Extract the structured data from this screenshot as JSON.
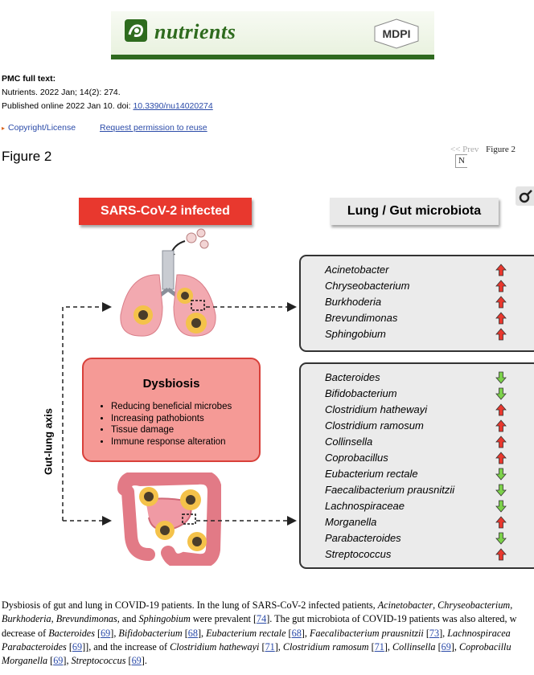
{
  "banner": {
    "journal_name": "nutrients",
    "publisher": "MDPI",
    "colors": {
      "journal": "#2e6b1e",
      "bar": "#2f6a1f"
    }
  },
  "meta": {
    "pmc_label": "PMC full text:",
    "citation": "Nutrients. 2022 Jan; 14(2): 274.",
    "published_prefix": "Published online 2022 Jan 10. doi: ",
    "doi": "10.3390/nu14020274",
    "copyright": "Copyright/License",
    "permission": "Request permission to reuse"
  },
  "figure_title": "Figure 2",
  "pager": {
    "prev": "<< Prev",
    "current": "Figure 2",
    "next": "N"
  },
  "diagram": {
    "left_header": "SARS-CoV-2 infected",
    "right_header": "Lung / Gut microbiota",
    "axis_label": "Gut-lung axis",
    "dysbiosis_title": "Dysbiosis",
    "dysbiosis_items": [
      "Reducing beneficial microbes",
      "Increasing pathobionts",
      "Tissue damage",
      "Immune response alteration"
    ],
    "lung_microbiota": [
      {
        "name": "Acinetobacter",
        "trend": "up"
      },
      {
        "name": "Chryseobacterium",
        "trend": "up"
      },
      {
        "name": "Burkhoderia",
        "trend": "up"
      },
      {
        "name": "Brevundimonas",
        "trend": "up"
      },
      {
        "name": "Sphingobium",
        "trend": "up"
      }
    ],
    "gut_microbiota": [
      {
        "name": "Bacteroides",
        "trend": "down"
      },
      {
        "name": "Bifidobacterium",
        "trend": "down"
      },
      {
        "name": "Clostridium hathewayi",
        "trend": "up"
      },
      {
        "name": "Clostridium ramosum",
        "trend": "up"
      },
      {
        "name": "Collinsella",
        "trend": "up"
      },
      {
        "name": "Coprobacillus",
        "trend": "up"
      },
      {
        "name": "Eubacterium rectale",
        "trend": "down"
      },
      {
        "name": "Faecalibacterium prausnitzii",
        "trend": "down"
      },
      {
        "name": "Lachnospiraceae",
        "trend": "down"
      },
      {
        "name": "Morganella",
        "trend": "up"
      },
      {
        "name": "Parabacteroides",
        "trend": "down"
      },
      {
        "name": "Streptococcus",
        "trend": "up"
      }
    ],
    "colors": {
      "up": "#e8382e",
      "down": "#7cd14a",
      "red_header": "#e8382e",
      "dysbiosis_fill": "#f59a96"
    }
  },
  "caption": {
    "s1": "Dysbiosis of gut and lung in COVID-19 patients. In the lung of SARS-CoV-2 infected patients, ",
    "t_acinetobacter": "Acinetobacter",
    "t_chryseo": "Chryseobacterium",
    "t_burk": "Burkhoderia",
    "t_brev": "Brevundimonas",
    "s_and": ", and ",
    "t_sphing": "Sphingobium",
    "s2": " were prevalent [",
    "r74": "74",
    "s3": "]. The gut microbiota of COVID-19 patients was also altered, w",
    "s4": "decrease of ",
    "t_bact": "Bacteroides",
    "r69a": "69",
    "t_bifido": "Bifidobacterium",
    "r68a": "68",
    "t_eubac": "Eubacterium rectale",
    "r68b": "68",
    "t_faecali": "Faecalibacterium prausnitzii",
    "r73": "73",
    "t_lachno": "Lachnospiracea",
    "t_parabact": "Parabacteroides",
    "r69b": "69",
    "s5": "], and the increase of ",
    "t_chath": "Clostridium hathewayi",
    "r71a": "71",
    "t_cram": "Clostridium ramosum",
    "r71b": "71",
    "t_collin": "Collinsella",
    "r69c": "69",
    "t_copro": "Coprobacillu",
    "t_morg": "Morganella",
    "r69d": "69",
    "t_strep": "Streptococcus",
    "r69e": "69"
  }
}
